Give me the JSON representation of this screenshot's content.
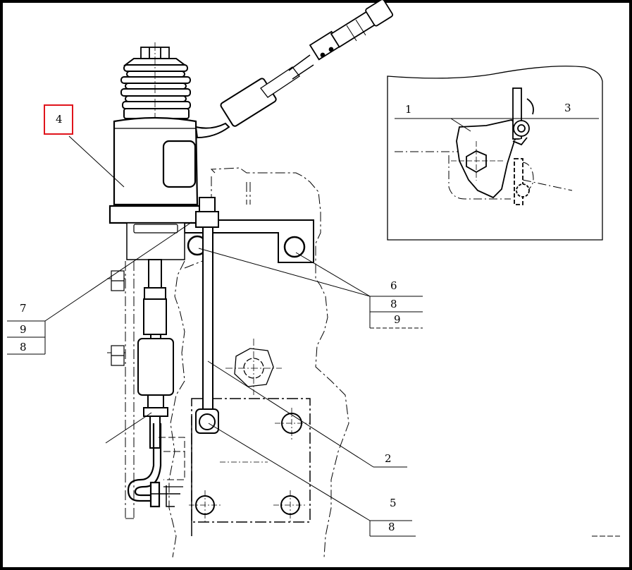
{
  "diagram": {
    "callouts": {
      "c1": "1",
      "c2": "2",
      "c3": "3",
      "c4": "4",
      "c5": "5",
      "c6": "6",
      "c7": "7",
      "c8a": "8",
      "c8b": "8",
      "c8c": "8",
      "c9a": "9",
      "c9b": "9"
    },
    "highlighted_callout": "4",
    "colors": {
      "line": "#000000",
      "highlight": "#e0141c",
      "background": "#ffffff"
    }
  }
}
